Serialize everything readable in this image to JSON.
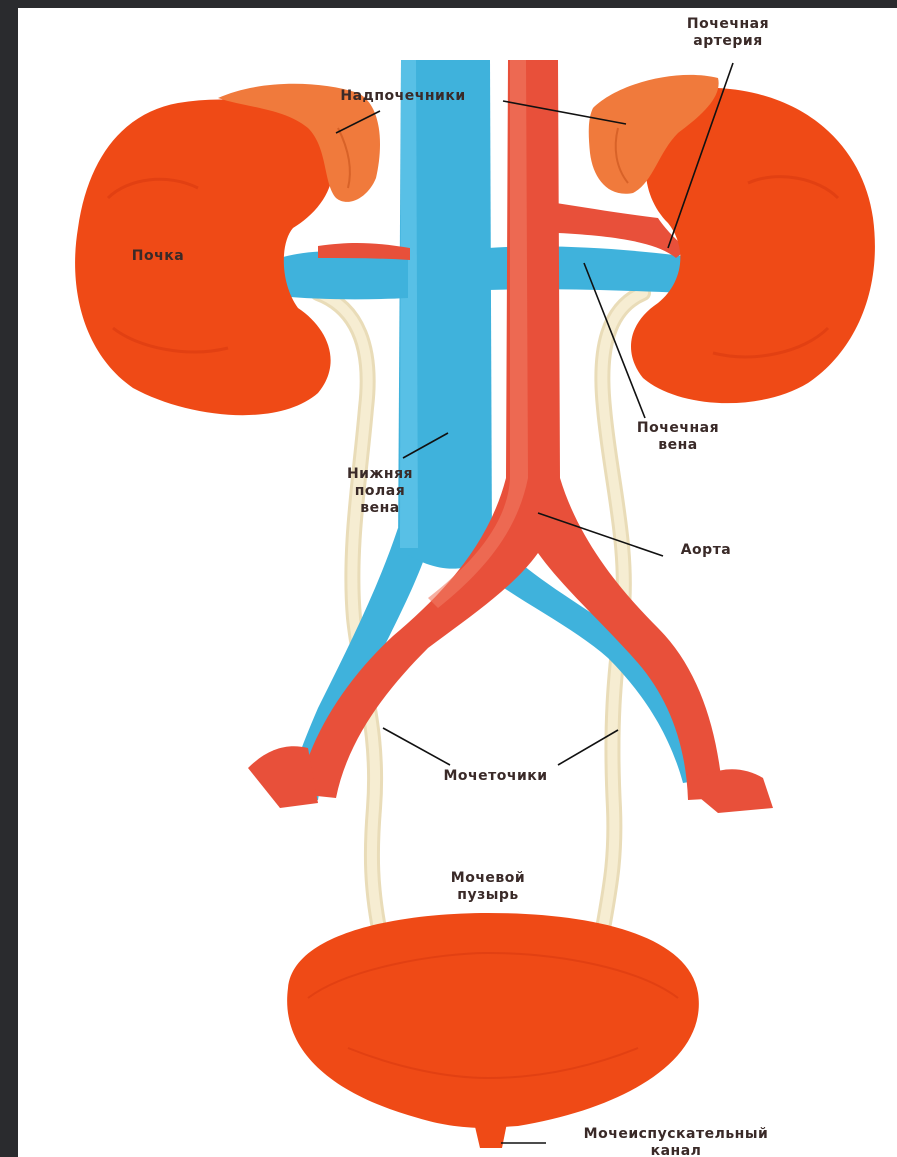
{
  "colors": {
    "background": "#2a2b2e",
    "paper": "#ffffff",
    "kidney": "#ef4a16",
    "kidney_dark": "#d83a10",
    "adrenal": "#f07a3c",
    "vein": "#3fb2dc",
    "artery": "#e8503a",
    "ureter": "#f3e7c4",
    "leader": "#111111",
    "text": "#3a2a28"
  },
  "labels": {
    "adrenal": "Надпочечники",
    "renal_artery": "Почечная\nартерия",
    "kidney": "Почка",
    "renal_vein": "Почечная\nвена",
    "ivc": "Нижняя\nполая\nвена",
    "aorta": "Аорта",
    "ureters": "Мочеточики",
    "bladder": "Мочевой\nпузырь",
    "urethra": "Мочеиспускательный\nканал"
  }
}
